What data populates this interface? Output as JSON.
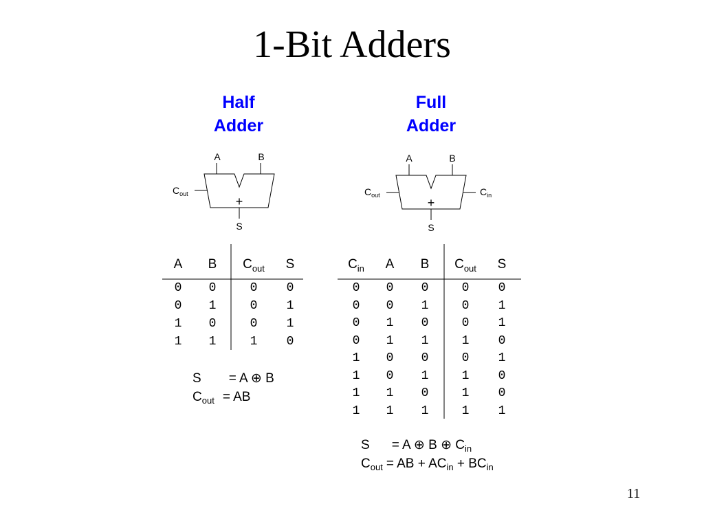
{
  "title": "1-Bit Adders",
  "page_number": "11",
  "half_adder": {
    "heading_line1": "Half",
    "heading_line2": "Adder",
    "heading_color": "#0000ff",
    "diagram": {
      "input_a": "A",
      "input_b": "B",
      "carry_out_main": "C",
      "carry_out_sub": "out",
      "symbol": "+",
      "output": "S"
    },
    "table": {
      "headers": [
        {
          "main": "A",
          "sub": ""
        },
        {
          "main": "B",
          "sub": ""
        },
        {
          "main": "C",
          "sub": "out"
        },
        {
          "main": "S",
          "sub": ""
        }
      ],
      "rows": [
        [
          "0",
          "0",
          "0",
          "0"
        ],
        [
          "0",
          "1",
          "0",
          "1"
        ],
        [
          "1",
          "0",
          "0",
          "1"
        ],
        [
          "1",
          "1",
          "1",
          "0"
        ]
      ]
    },
    "equations": {
      "s_lhs": "S",
      "s_rhs": "= A ⊕ B",
      "cout_lhs_main": "C",
      "cout_lhs_sub": "out",
      "cout_rhs": "= AB"
    }
  },
  "full_adder": {
    "heading_line1": "Full",
    "heading_line2": "Adder",
    "heading_color": "#0000ff",
    "diagram": {
      "input_a": "A",
      "input_b": "B",
      "carry_out_main": "C",
      "carry_out_sub": "out",
      "carry_in_main": "C",
      "carry_in_sub": "in",
      "symbol": "+",
      "output": "S"
    },
    "table": {
      "headers": [
        {
          "main": "C",
          "sub": "in"
        },
        {
          "main": "A",
          "sub": ""
        },
        {
          "main": "B",
          "sub": ""
        },
        {
          "main": "C",
          "sub": "out"
        },
        {
          "main": "S",
          "sub": ""
        }
      ],
      "rows": [
        [
          "0",
          "0",
          "0",
          "0",
          "0"
        ],
        [
          "0",
          "0",
          "1",
          "0",
          "1"
        ],
        [
          "0",
          "1",
          "0",
          "0",
          "1"
        ],
        [
          "0",
          "1",
          "1",
          "1",
          "0"
        ],
        [
          "1",
          "0",
          "0",
          "0",
          "1"
        ],
        [
          "1",
          "0",
          "1",
          "1",
          "0"
        ],
        [
          "1",
          "1",
          "0",
          "1",
          "0"
        ],
        [
          "1",
          "1",
          "1",
          "1",
          "1"
        ]
      ]
    },
    "equations": {
      "s_lhs": "S",
      "s_rhs_a": "= A ⊕ B ⊕ C",
      "s_rhs_sub": "in",
      "cout_lhs_main": "C",
      "cout_lhs_sub": "out",
      "cout_rhs_1": "= AB + AC",
      "cout_rhs_sub1": "in",
      "cout_rhs_2": " + BC",
      "cout_rhs_sub2": "in"
    }
  }
}
